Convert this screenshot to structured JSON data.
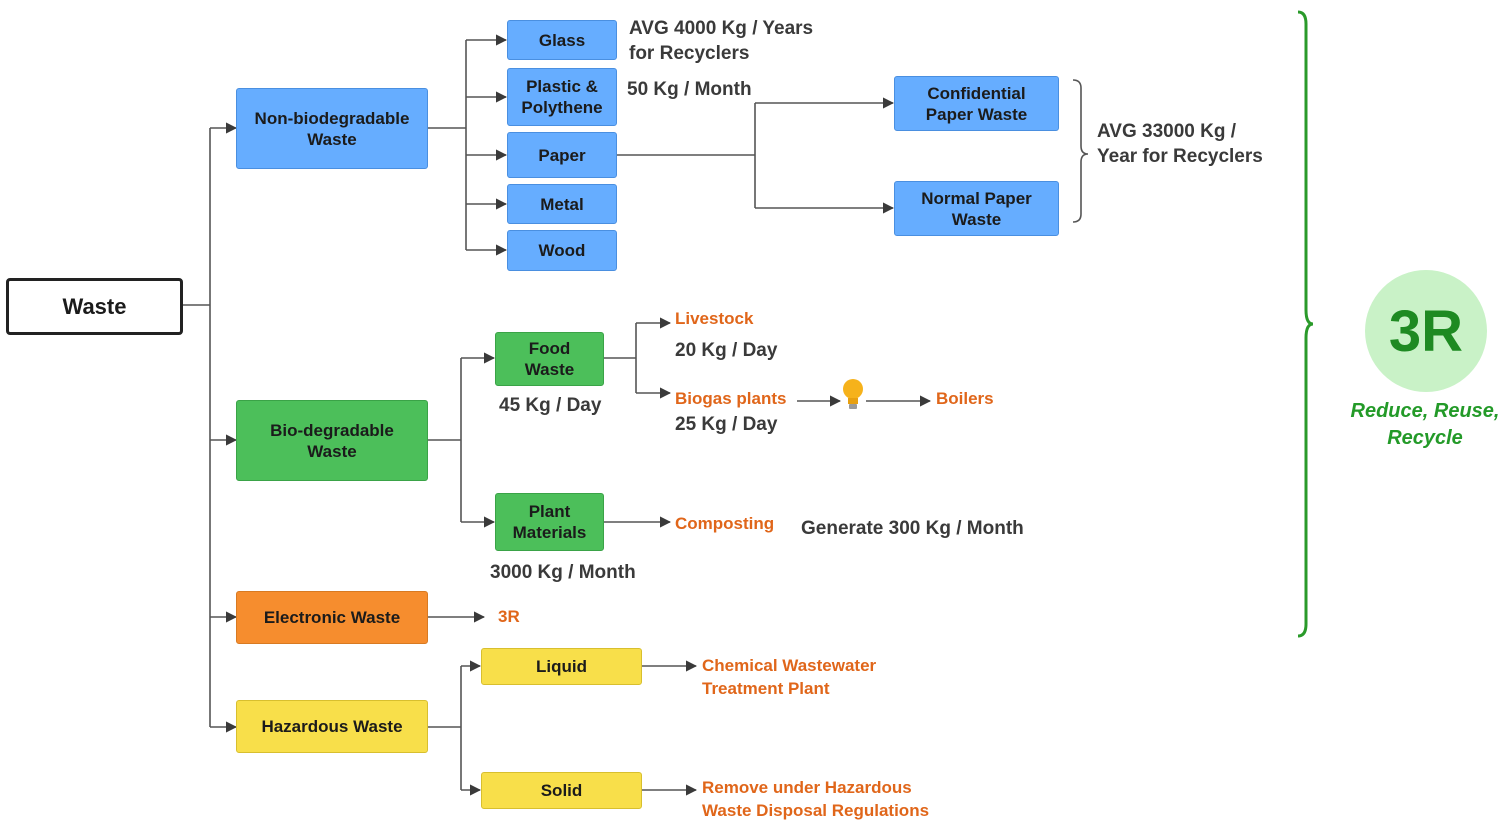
{
  "root": {
    "label": "Waste"
  },
  "categories": {
    "non_bio": "Non-biodegradable\nWaste",
    "bio": "Bio-degradable\nWaste",
    "electronic": "Electronic Waste",
    "hazardous": "Hazardous Waste"
  },
  "non_bio_items": {
    "glass": "Glass",
    "plastic": "Plastic &\nPolythene",
    "paper": "Paper",
    "metal": "Metal",
    "wood": "Wood"
  },
  "paper_types": {
    "confidential": "Confidential\nPaper Waste",
    "normal": "Normal Paper\nWaste"
  },
  "bio_items": {
    "food": "Food\nWaste",
    "plant": "Plant\nMaterials"
  },
  "hazardous_items": {
    "liquid": "Liquid",
    "solid": "Solid"
  },
  "quantities": {
    "glass": "AVG 4000 Kg / Years\nfor Recyclers",
    "plastic": "50 Kg / Month",
    "paper": "AVG 33000 Kg /\nYear for Recyclers",
    "food": "45 Kg / Day",
    "livestock": "20 Kg / Day",
    "biogas": "25 Kg / Day",
    "plant": "3000 Kg / Month",
    "compost": "Generate 300 Kg / Month"
  },
  "destinations": {
    "livestock": "Livestock",
    "biogas": "Biogas plants",
    "boilers": "Boilers",
    "composting": "Composting",
    "electronic": "3R",
    "liquid": "Chemical Wastewater\nTreatment Plant",
    "solid": "Remove under Hazardous\nWaste Disposal Regulations"
  },
  "three_r": {
    "badge": "3R",
    "caption": "Reduce, Reuse,\nRecycle"
  },
  "icons": {
    "energy": "lightbulb-icon"
  },
  "colors": {
    "non_bio": "#66adff",
    "bio": "#4cbf5a",
    "electronic": "#f68d2e",
    "hazardous": "#f8df4a",
    "destination_text": "#e0661a",
    "three_r": "#1e8a22"
  }
}
